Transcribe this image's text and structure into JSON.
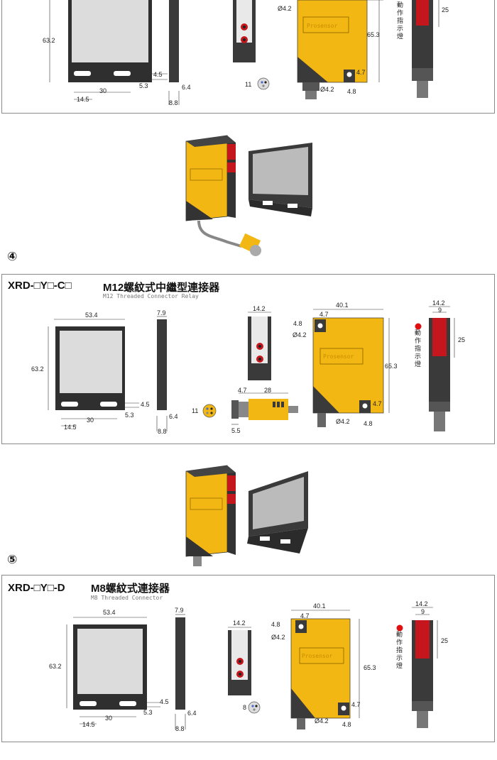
{
  "section3": {
    "reflector": {
      "h": "63.2",
      "a": "4.5",
      "b": "5.3",
      "c": "30",
      "d": "14.5"
    },
    "side": {
      "t": "6.4",
      "u": "8.8"
    },
    "front": {
      "hole": "Ø4.2"
    },
    "body": {
      "brand": "Prosensor",
      "h": "65.3",
      "c": "4.7",
      "d": "Ø4.2",
      "e": "4.8"
    },
    "led": {
      "len": "25",
      "label": "動作指示燈"
    },
    "pins": "11"
  },
  "section4": {
    "marker": "④",
    "title_code": "XRD-□Y□-C□",
    "title_cn": "M12螺紋式中繼型連接器",
    "subtitle": "M12 Threaded Connector Relay",
    "reflector": {
      "w": "53.4",
      "h": "63.2",
      "a": "4.5",
      "b": "5.3",
      "c": "30",
      "d": "14.5"
    },
    "side": {
      "w": "7.9",
      "t": "6.4",
      "u": "8.8"
    },
    "front": {
      "w": "14.2"
    },
    "connector": {
      "a": "4.7",
      "b": "28",
      "c": "5.5"
    },
    "pins": "11",
    "body": {
      "w": "40.1",
      "a": "4.8",
      "b": "4.7",
      "hole": "Ø4.2",
      "brand": "Prosensor",
      "h": "65.3",
      "c": "4.7",
      "d": "Ø4.2",
      "e": "4.8"
    },
    "led": {
      "w": "14.2",
      "in": "9",
      "len": "25",
      "label": "動作指示燈"
    }
  },
  "section5": {
    "marker": "⑤",
    "title_code": "XRD-□Y□-D",
    "title_cn": "M8螺紋式連接器",
    "subtitle": "M8 Threaded Connector",
    "reflector": {
      "w": "53.4",
      "h": "63.2",
      "a": "4.5",
      "b": "5.3",
      "c": "30",
      "d": "14.5"
    },
    "side": {
      "w": "7.9",
      "t": "6.4",
      "u": "8.8"
    },
    "front": {
      "w": "14.2"
    },
    "pins": "8",
    "body": {
      "w": "40.1",
      "a": "4.8",
      "b": "4.7",
      "hole": "Ø4.2",
      "brand": "Prosensor",
      "h": "65.3",
      "c": "4.7",
      "d": "Ø4.2",
      "e": "4.8"
    },
    "led": {
      "w": "14.2",
      "in": "9",
      "len": "25",
      "label": "動作指示燈"
    }
  },
  "colors": {
    "sensor_yellow": "#f2b712",
    "dark_body": "#3a3a3a",
    "red_window": "#c4161c",
    "led_red": "#e01010",
    "frame": "#8a8a8a"
  },
  "icons": [
    "led-indicator-icon",
    "pin-connector-icon"
  ]
}
